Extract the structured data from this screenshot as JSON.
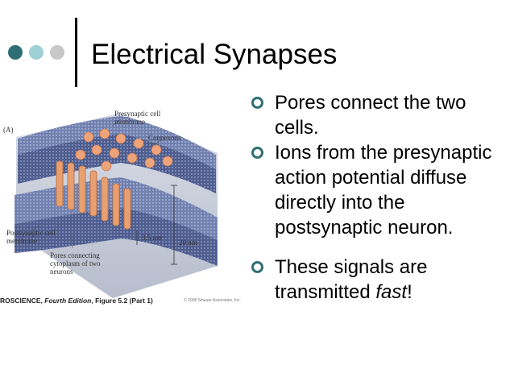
{
  "slide": {
    "title": "Electrical Synapses",
    "accent_colors": [
      "#2e6f73",
      "#9fd0d5",
      "#c8c8c8"
    ],
    "bullets": [
      {
        "text": "Pores connect the two cells."
      },
      {
        "text": "Ions from the presynaptic action potential diffuse directly into the postsynaptic neuron."
      },
      {
        "text_before": "These signals are transmitted ",
        "emphasis": "fast",
        "text_after": "!"
      }
    ]
  },
  "figure": {
    "panel_label": "(A)",
    "labels": {
      "presynaptic": "Presynaptic cell membrane",
      "connexons": "Connexons",
      "postsynaptic": "Postsynaptic cell membrane",
      "pores": "Pores connecting cytoplasm of two neurons",
      "gap_width": "3.5 nm",
      "total_width": "20 nm"
    },
    "caption_prefix": "ROSCIENCE, ",
    "caption_italic": "Fourth Edition",
    "caption_suffix": ", Figure 5.2 (Part 1)",
    "copyright": "© 2008 Sinauer Associates, Inc."
  }
}
